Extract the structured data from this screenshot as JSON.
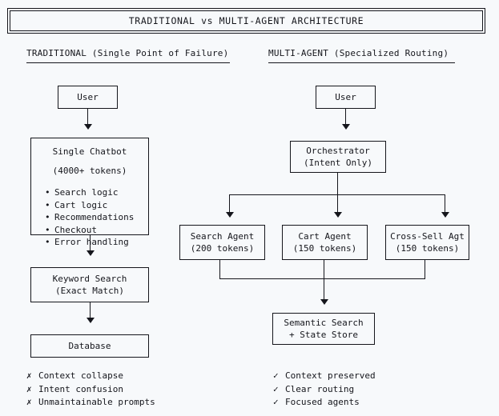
{
  "title": {
    "text": "TRADITIONAL vs MULTI-AGENT ARCHITECTURE"
  },
  "columns": {
    "left": {
      "header": "TRADITIONAL (Single Point of Failure)"
    },
    "right": {
      "header": "MULTI-AGENT (Specialized Routing)"
    }
  },
  "left_flow": {
    "user": "User",
    "chatbot": {
      "title": "Single Chatbot",
      "subtitle": "(4000+ tokens)",
      "bullets": [
        "Search logic",
        "Cart logic",
        "Recommendations",
        "Checkout",
        "Error handling"
      ]
    },
    "keyword_search": {
      "title": "Keyword Search",
      "subtitle": "(Exact Match)"
    },
    "database": "Database"
  },
  "right_flow": {
    "user": "User",
    "orchestrator": {
      "title": "Orchestrator",
      "subtitle": "(Intent Only)"
    },
    "agents": [
      {
        "title": "Search Agent",
        "subtitle": "(200 tokens)"
      },
      {
        "title": "Cart Agent",
        "subtitle": "(150 tokens)"
      },
      {
        "title": "Cross-Sell Agt",
        "subtitle": "(150 tokens)"
      }
    ],
    "store": {
      "title": "Semantic Search",
      "subtitle": "+ State Store"
    }
  },
  "footer": {
    "left": {
      "mark": "✗",
      "items": [
        "Context collapse",
        "Intent confusion",
        "Unmaintainable prompts"
      ]
    },
    "right": {
      "mark": "✓",
      "items": [
        "Context preserved",
        "Clear routing",
        "Focused agents"
      ]
    }
  },
  "colors": {
    "background": "#f7f9fb",
    "ink": "#15161c"
  }
}
